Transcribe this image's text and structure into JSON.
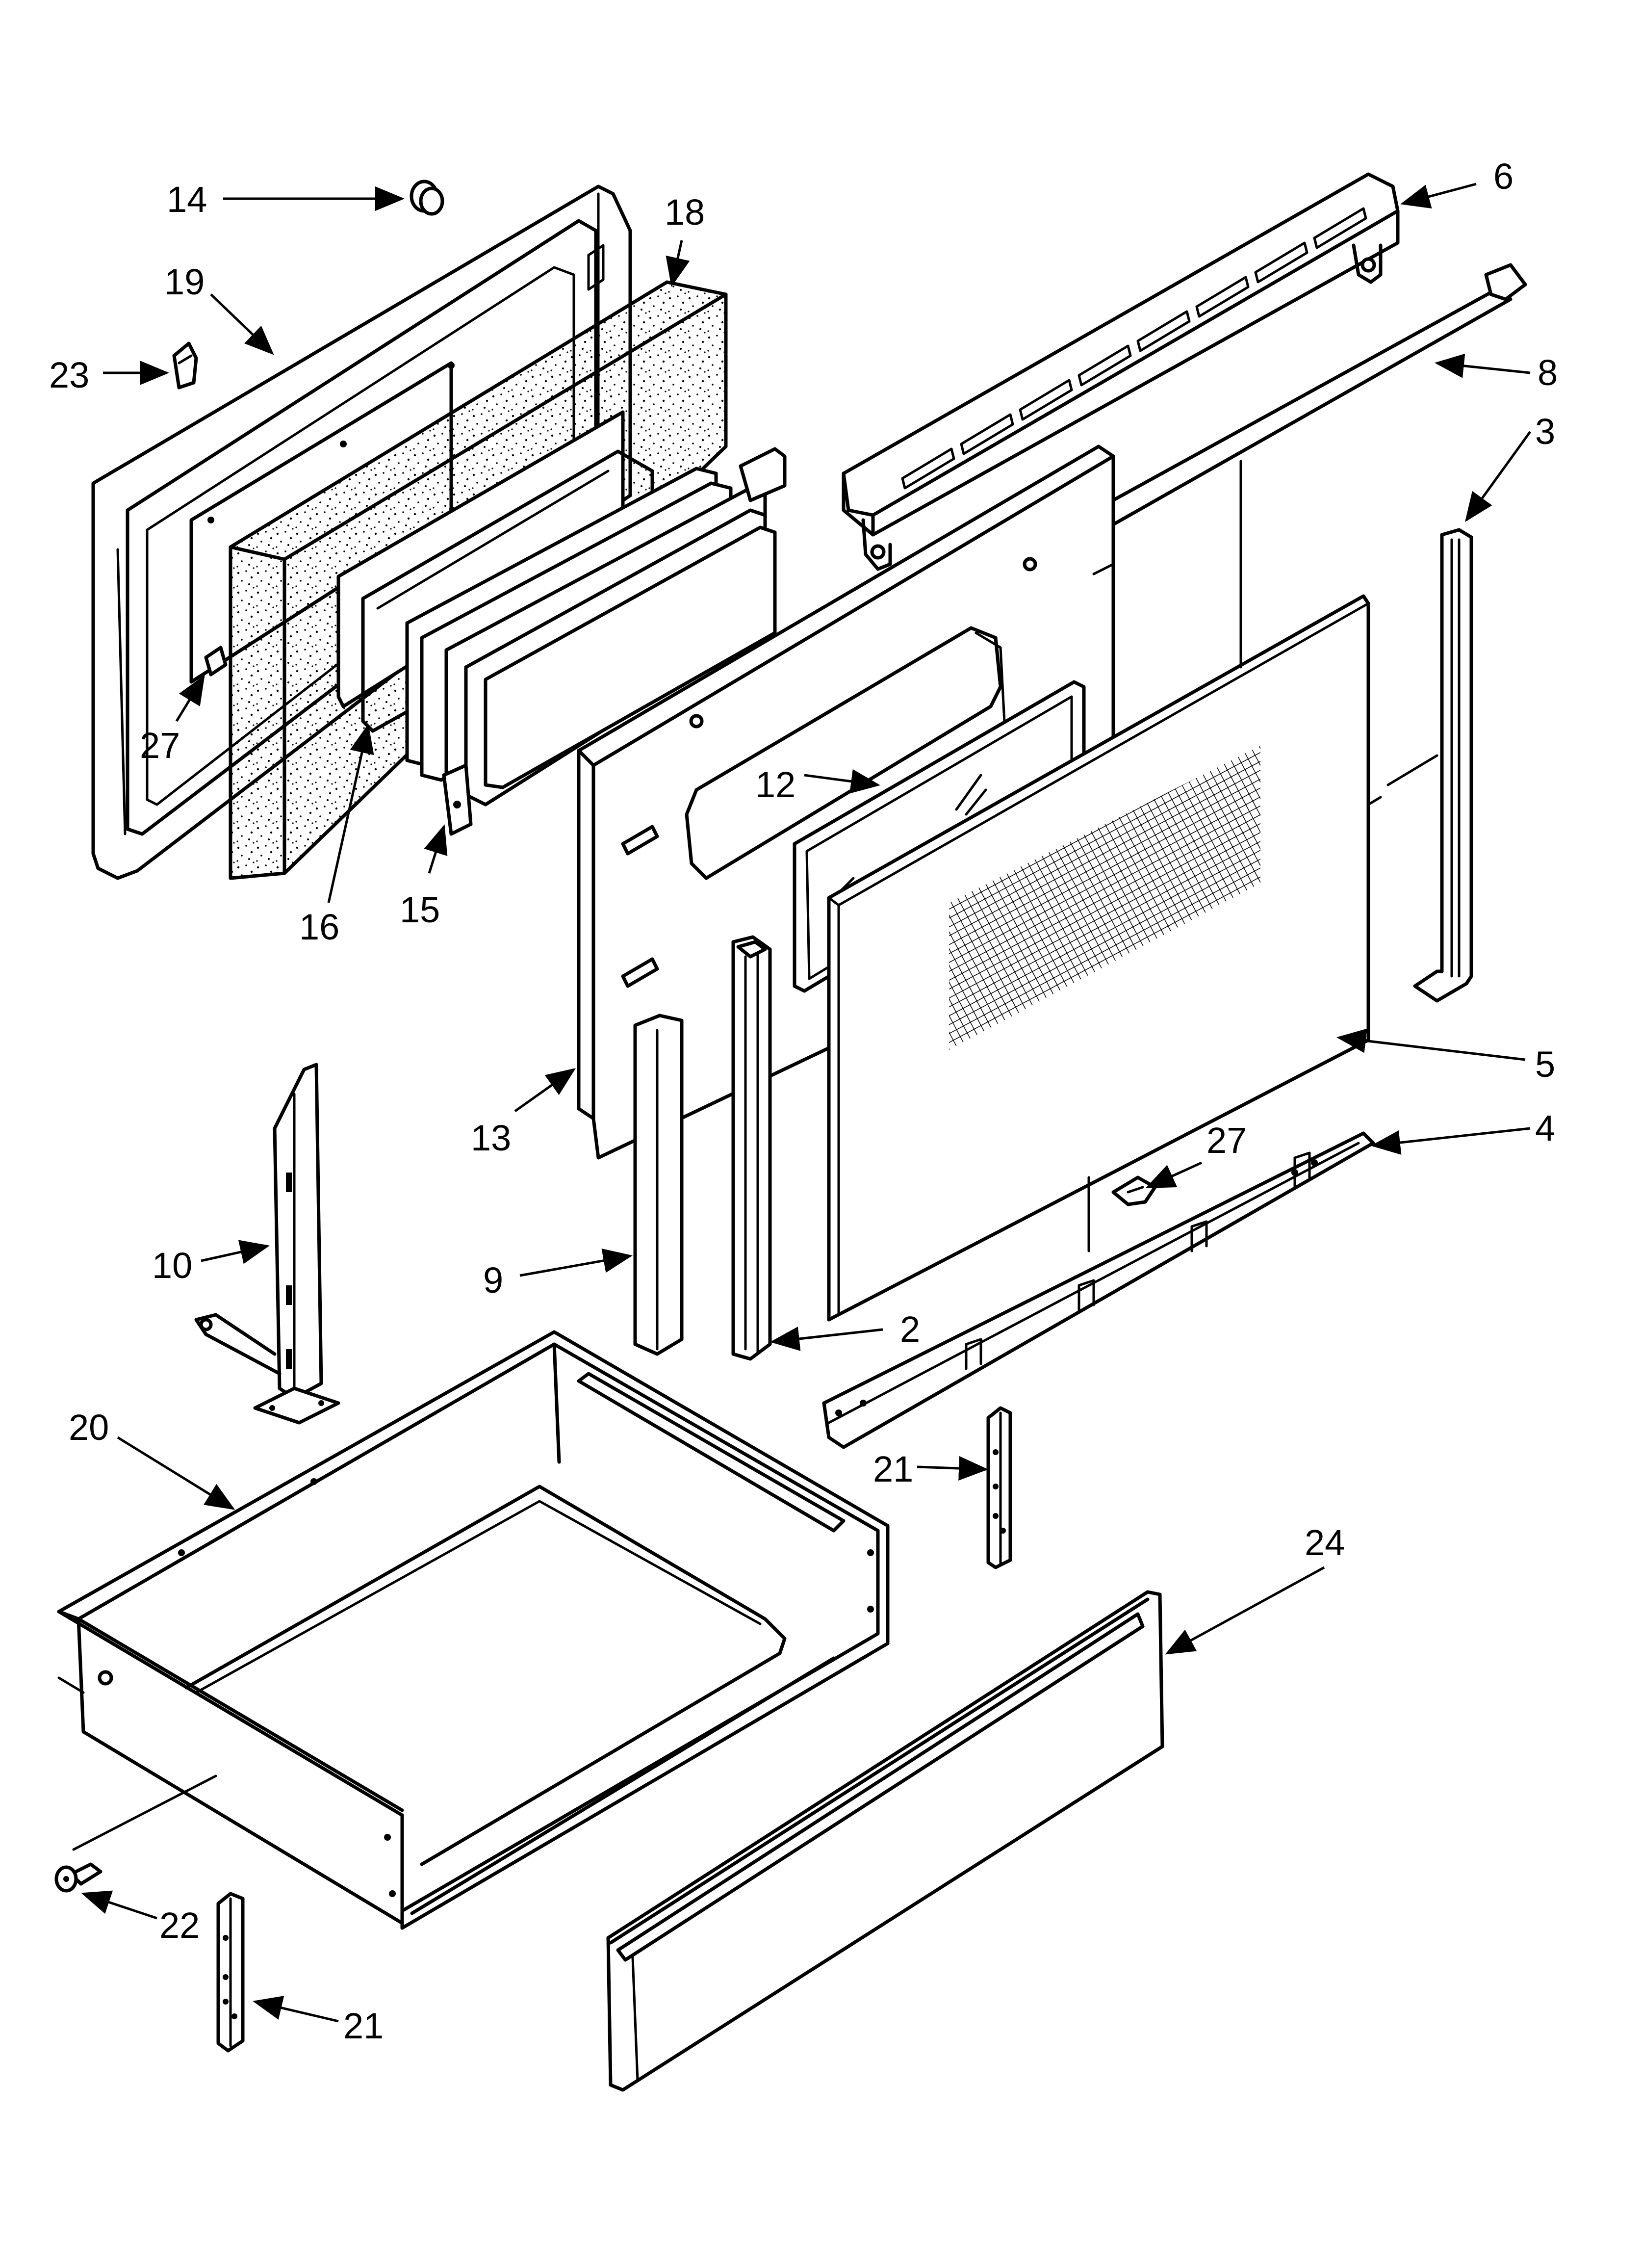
{
  "diagram": {
    "callouts": [
      {
        "id": "c14",
        "label": "14"
      },
      {
        "id": "c19",
        "label": "19"
      },
      {
        "id": "c18",
        "label": "18"
      },
      {
        "id": "c23",
        "label": "23"
      },
      {
        "id": "c27a",
        "label": "27"
      },
      {
        "id": "c16",
        "label": "16"
      },
      {
        "id": "c15",
        "label": "15"
      },
      {
        "id": "c6",
        "label": "6"
      },
      {
        "id": "c8",
        "label": "8"
      },
      {
        "id": "c3",
        "label": "3"
      },
      {
        "id": "c12",
        "label": "12"
      },
      {
        "id": "c5",
        "label": "5"
      },
      {
        "id": "c4",
        "label": "4"
      },
      {
        "id": "c27b",
        "label": "27"
      },
      {
        "id": "c13",
        "label": "13"
      },
      {
        "id": "c10",
        "label": "10"
      },
      {
        "id": "c9",
        "label": "9"
      },
      {
        "id": "c2",
        "label": "2"
      },
      {
        "id": "c20",
        "label": "20"
      },
      {
        "id": "c21a",
        "label": "21"
      },
      {
        "id": "c24",
        "label": "24"
      },
      {
        "id": "c22",
        "label": "22"
      },
      {
        "id": "c21b",
        "label": "21"
      }
    ]
  }
}
